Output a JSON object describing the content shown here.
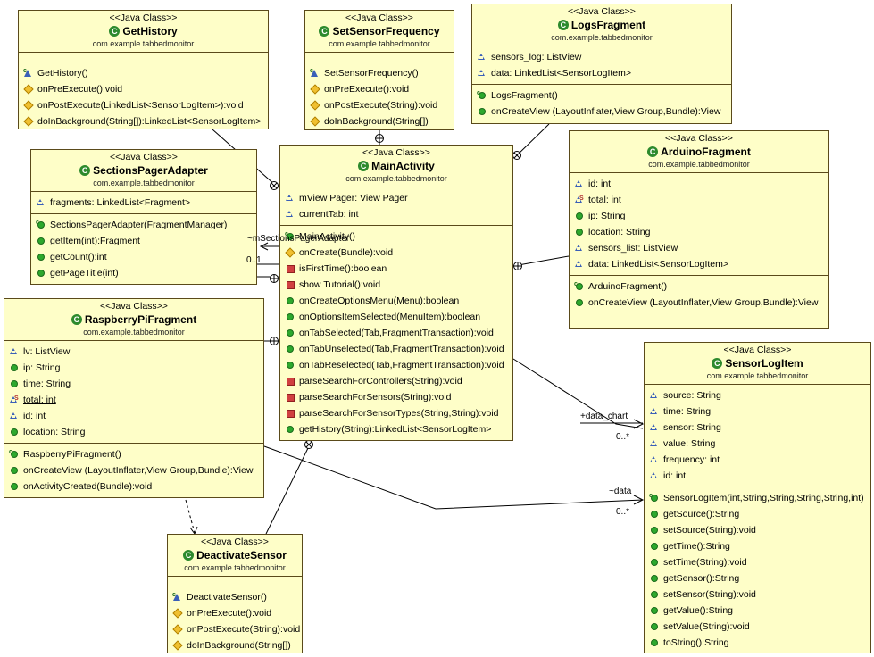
{
  "stereotype": "<<Java Class>>",
  "package": "com.example.tabbedmonitor",
  "classes": {
    "get_history": {
      "name": "GetHistory",
      "attributes": [],
      "operations": [
        {
          "text": "GetHistory()",
          "icon": "constructor"
        },
        {
          "text": "onPreExecute():void",
          "icon": "protected"
        },
        {
          "text": "onPostExecute(LinkedList<SensorLogItem>):void",
          "icon": "protected"
        },
        {
          "text": "doInBackground(String[]):LinkedList<SensorLogItem>",
          "icon": "protected"
        }
      ]
    },
    "set_sensor_frequency": {
      "name": "SetSensorFrequency",
      "attributes": [],
      "operations": [
        {
          "text": "SetSensorFrequency()",
          "icon": "constructor"
        },
        {
          "text": "onPreExecute():void",
          "icon": "protected"
        },
        {
          "text": "onPostExecute(String):void",
          "icon": "protected"
        },
        {
          "text": "doInBackground(String[])",
          "icon": "protected"
        }
      ]
    },
    "logs_fragment": {
      "name": "LogsFragment",
      "attributes": [
        {
          "text": "sensors_log: ListView",
          "icon": "package"
        },
        {
          "text": "data: LinkedList<SensorLogItem>",
          "icon": "package"
        }
      ],
      "operations": [
        {
          "text": "LogsFragment()",
          "icon": "public-constructor"
        },
        {
          "text": "onCreateView (LayoutInflater,View Group,Bundle):View",
          "icon": "public"
        }
      ]
    },
    "sections_pager_adapter": {
      "name": "SectionsPagerAdapter",
      "attributes": [
        {
          "text": "fragments: LinkedList<Fragment>",
          "icon": "package"
        }
      ],
      "operations": [
        {
          "text": "SectionsPagerAdapter(FragmentManager)",
          "icon": "public-constructor"
        },
        {
          "text": "getItem(int):Fragment",
          "icon": "public"
        },
        {
          "text": "getCount():int",
          "icon": "public"
        },
        {
          "text": "getPageTitle(int)",
          "icon": "public"
        }
      ]
    },
    "main_activity": {
      "name": "MainActivity",
      "attributes": [
        {
          "text": "mView Pager: View Pager",
          "icon": "package"
        },
        {
          "text": "currentTab: int",
          "icon": "package"
        }
      ],
      "operations": [
        {
          "text": "MainActivity()",
          "icon": "public-constructor"
        },
        {
          "text": "onCreate(Bundle):void",
          "icon": "protected"
        },
        {
          "text": "isFirstTime():boolean",
          "icon": "private"
        },
        {
          "text": "show Tutorial():void",
          "icon": "private"
        },
        {
          "text": "onCreateOptionsMenu(Menu):boolean",
          "icon": "public"
        },
        {
          "text": "onOptionsItemSelected(MenuItem):boolean",
          "icon": "public"
        },
        {
          "text": "onTabSelected(Tab,FragmentTransaction):void",
          "icon": "public"
        },
        {
          "text": "onTabUnselected(Tab,FragmentTransaction):void",
          "icon": "public"
        },
        {
          "text": "onTabReselected(Tab,FragmentTransaction):void",
          "icon": "public"
        },
        {
          "text": "parseSearchForControllers(String):void",
          "icon": "private"
        },
        {
          "text": "parseSearchForSensors(String):void",
          "icon": "private"
        },
        {
          "text": "parseSearchForSensorTypes(String,String):void",
          "icon": "private"
        },
        {
          "text": "getHistory(String):LinkedList<SensorLogItem>",
          "icon": "public"
        }
      ]
    },
    "arduino_fragment": {
      "name": "ArduinoFragment",
      "attributes": [
        {
          "text": "id: int",
          "icon": "package"
        },
        {
          "text": "total: int",
          "icon": "static-package"
        },
        {
          "text": "ip: String",
          "icon": "public"
        },
        {
          "text": "location: String",
          "icon": "public"
        },
        {
          "text": "sensors_list: ListView",
          "icon": "package"
        },
        {
          "text": "data: LinkedList<SensorLogItem>",
          "icon": "package"
        }
      ],
      "operations": [
        {
          "text": "ArduinoFragment()",
          "icon": "public-constructor"
        },
        {
          "text": "onCreateView (LayoutInflater,View Group,Bundle):View",
          "icon": "public"
        }
      ]
    },
    "raspberry_pi_fragment": {
      "name": "RaspberryPiFragment",
      "attributes": [
        {
          "text": "lv: ListView",
          "icon": "package"
        },
        {
          "text": "ip: String",
          "icon": "public"
        },
        {
          "text": "time: String",
          "icon": "public"
        },
        {
          "text": "total: int",
          "icon": "static-package"
        },
        {
          "text": "id: int",
          "icon": "package"
        },
        {
          "text": "location: String",
          "icon": "public"
        }
      ],
      "operations": [
        {
          "text": "RaspberryPiFragment()",
          "icon": "public-constructor"
        },
        {
          "text": "onCreateView (LayoutInflater,View Group,Bundle):View",
          "icon": "public"
        },
        {
          "text": "onActivityCreated(Bundle):void",
          "icon": "public"
        }
      ]
    },
    "sensor_log_item": {
      "name": "SensorLogItem",
      "attributes": [
        {
          "text": "source: String",
          "icon": "package"
        },
        {
          "text": "time: String",
          "icon": "package"
        },
        {
          "text": "sensor: String",
          "icon": "package"
        },
        {
          "text": "value: String",
          "icon": "package"
        },
        {
          "text": "frequency: int",
          "icon": "package"
        },
        {
          "text": "id: int",
          "icon": "package"
        }
      ],
      "operations": [
        {
          "text": "SensorLogItem(int,String,String,String,String,int)",
          "icon": "public-constructor"
        },
        {
          "text": "getSource():String",
          "icon": "public"
        },
        {
          "text": "setSource(String):void",
          "icon": "public"
        },
        {
          "text": "getTime():String",
          "icon": "public"
        },
        {
          "text": "setTime(String):void",
          "icon": "public"
        },
        {
          "text": "getSensor():String",
          "icon": "public"
        },
        {
          "text": "setSensor(String):void",
          "icon": "public"
        },
        {
          "text": "getValue():String",
          "icon": "public"
        },
        {
          "text": "setValue(String):void",
          "icon": "public"
        },
        {
          "text": "toString():String",
          "icon": "public"
        }
      ]
    },
    "deactivate_sensor": {
      "name": "DeactivateSensor",
      "attributes": [],
      "operations": [
        {
          "text": "DeactivateSensor()",
          "icon": "constructor"
        },
        {
          "text": "onPreExecute():void",
          "icon": "protected"
        },
        {
          "text": "onPostExecute(String):void",
          "icon": "protected"
        },
        {
          "text": "doInBackground(String[])",
          "icon": "protected"
        }
      ]
    }
  },
  "labels": {
    "sections_pager_adapter_role": "~mSectionsPagerAdapter",
    "sections_pager_mult": "0..1",
    "data_chart_role": "+data_chart",
    "data_chart_mult": "0..*",
    "data_role": "~data",
    "data_mult": "0..*"
  },
  "colors": {
    "class_fill": "#fefec8",
    "class_border": "#5a4a1a",
    "class_icon": "#2d8a2d",
    "public": "#2da82d",
    "protected": "#f0c030",
    "private": "#d04040",
    "package": "#3a5fb8"
  }
}
